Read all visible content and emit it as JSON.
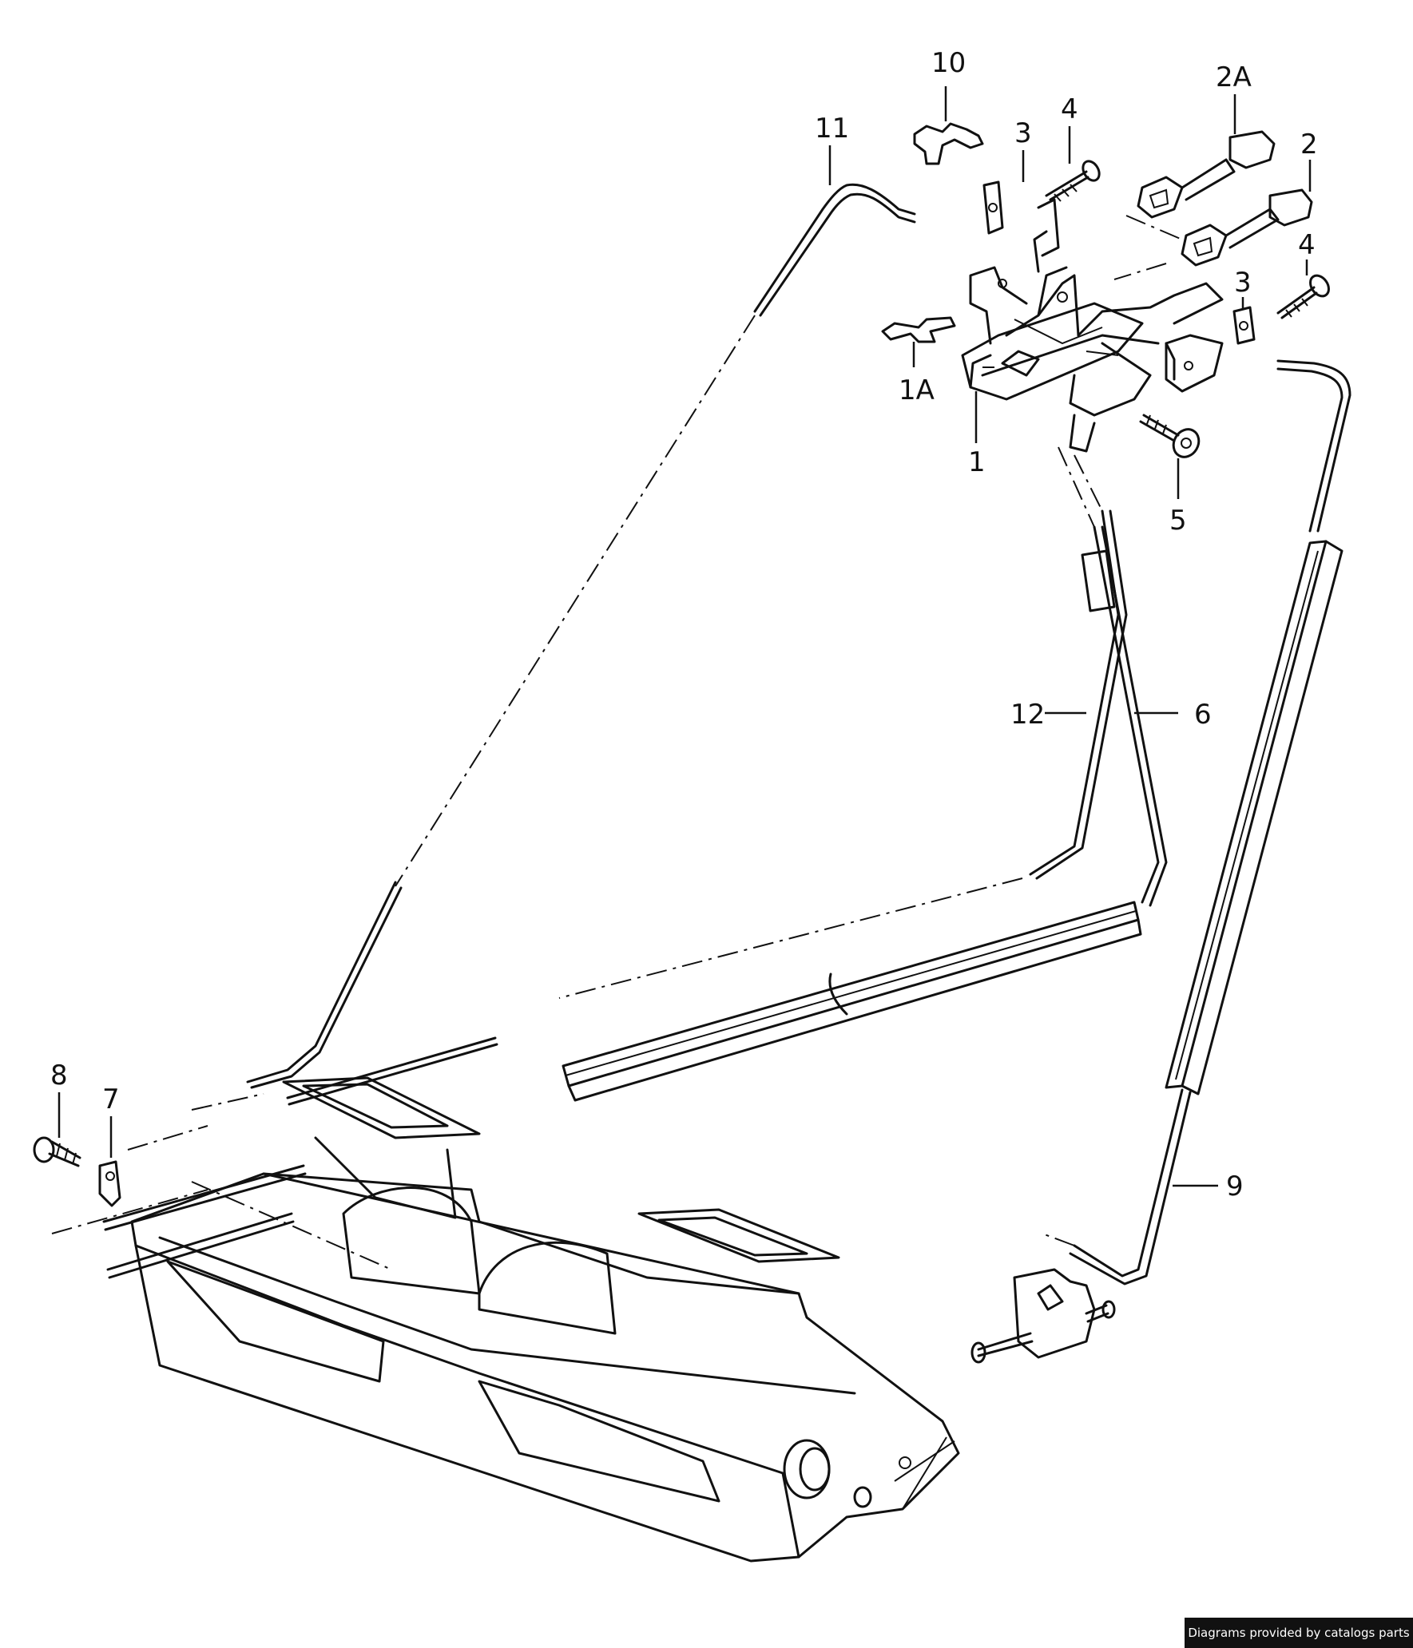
{
  "labels": {
    "p1": "1",
    "p1a": "1A",
    "p2": "2",
    "p2a": "2A",
    "p3a": "3",
    "p3b": "3",
    "p4a": "4",
    "p4b": "4",
    "p5": "5",
    "p6": "6",
    "p7": "7",
    "p8": "8",
    "p9": "9",
    "p10": "10",
    "p11": "11",
    "p12": "12"
  },
  "footer": {
    "credit": "Diagrams provided by catalogs parts"
  }
}
